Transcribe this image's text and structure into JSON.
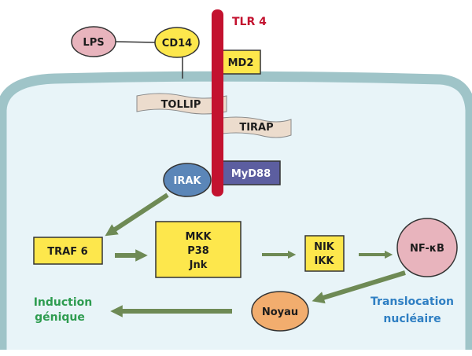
{
  "labels": {
    "lps": "LPS",
    "cd14": "CD14",
    "tlr4": "TLR 4",
    "md2": "MD2",
    "tollip": "TOLLIP",
    "tirap": "TIRAP",
    "myd88": "MyD88",
    "irak": "IRAK",
    "traf6": "TRAF 6",
    "mkk_line1": "MKK",
    "mkk_line2": "P38",
    "mkk_line3": "Jnk",
    "nik_line1": "NIK",
    "nik_line2": "IKK",
    "nfkb": "NF-κB",
    "noyau": "Noyau",
    "induction_line1": "Induction",
    "induction_line2": "génique",
    "translocation_line1": "Translocation",
    "translocation_line2": "nucléaire"
  },
  "colors": {
    "cell_membrane": "#9fc4c8",
    "cell_interior": "#e8f4f8",
    "receptor_red": "#c3122f",
    "yellow_box": "#fde74c",
    "pink": "#e8b4bd",
    "irak_blue": "#5b86b8",
    "myd88_purple": "#5c5ea0",
    "orange": "#f2ad6e",
    "ribbon": "#ecdccd",
    "arrow_green": "#6e8a55",
    "text_green": "#2e9c50",
    "text_blue": "#2f7fc3",
    "text_red": "#c3122f"
  }
}
